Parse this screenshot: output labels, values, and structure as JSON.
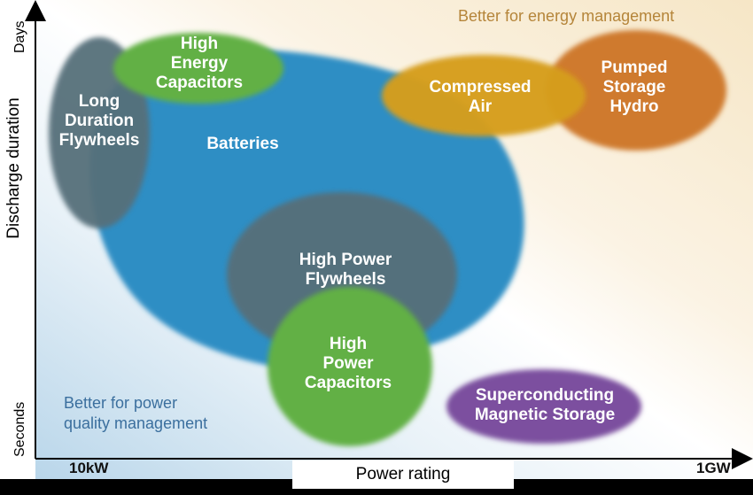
{
  "axes": {
    "y_label": "Discharge duration",
    "x_label": "Power rating",
    "y_top": "Days",
    "y_bottom": "Seconds",
    "x_left": "10kW",
    "x_right": "1GW"
  },
  "corners": {
    "energy": "Better for energy management",
    "power_line1": "Better for power",
    "power_line2": "quality management"
  },
  "technologies": {
    "batteries": [
      "Batteries"
    ],
    "high_energy_capacitors": [
      "High",
      "Energy",
      "Capacitors"
    ],
    "long_duration_flywheels": [
      "Long",
      "Duration",
      "Flywheels"
    ],
    "compressed_air": [
      "Compressed",
      "Air"
    ],
    "pumped_storage": [
      "Pumped",
      "Storage",
      "Hydro"
    ],
    "high_power_flywheels": [
      "High Power",
      "Flywheels"
    ],
    "high_power_capacitors": [
      "High",
      "Power",
      "Capacitors"
    ],
    "smes": [
      "Superconducting",
      "Magnetic Storage"
    ]
  },
  "colors": {
    "batteries": "#2f8ec4",
    "capacitors": "#62b045",
    "flywheels": "#56707a",
    "compressed_air": "#d69e1a",
    "pumped_storage": "#cf7a2e",
    "smes": "#7b4f9f",
    "energy_corner_text": "#b5853a",
    "power_corner_text": "#3b6f9e"
  }
}
